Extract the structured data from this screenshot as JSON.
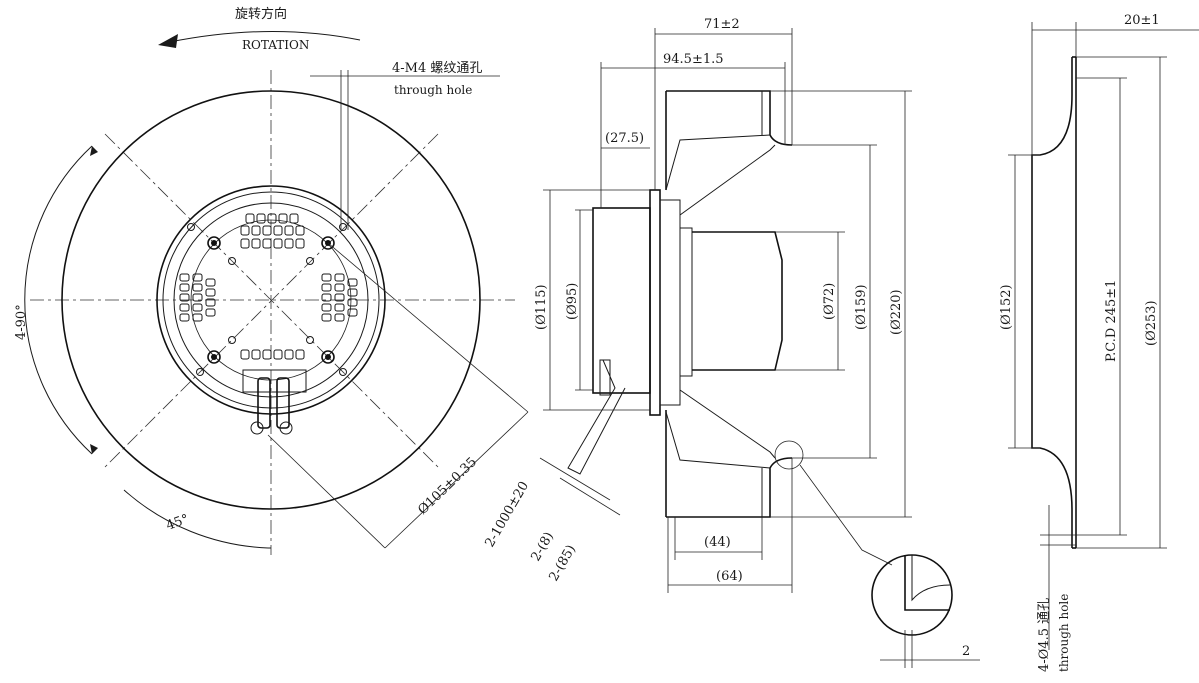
{
  "front_view": {
    "rotation_cn": "旋转方向",
    "rotation": "ROTATION",
    "m4_label": "4-M4 螺纹通孔",
    "through_hole": "through hole",
    "angle_4x90": "4-90°",
    "angle_45": "45°",
    "dia_105": "Ø105±0.35"
  },
  "side_view": {
    "dim_71": "71±2",
    "dim_94_5": "94.5±1.5",
    "dim_27_5": "(27.5)",
    "dim_115": "(Ø115)",
    "dim_95": "(Ø95)",
    "dim_72": "(Ø72)",
    "dim_159": "(Ø159)",
    "dim_220": "(Ø220)",
    "dim_44": "(44)",
    "dim_64": "(64)",
    "cable_len": "2-1000±20",
    "dim_2_8": "2-(8)",
    "dim_2_85": "2-(85)",
    "dim_2": "2"
  },
  "inlet_view": {
    "dim_20": "20±1",
    "dim_152": "(Ø152)",
    "pcd": "P.C.D 245±1",
    "dim_253": "(Ø253)",
    "holes": "4-Ø4.5 通孔",
    "through_hole": "through hole"
  }
}
